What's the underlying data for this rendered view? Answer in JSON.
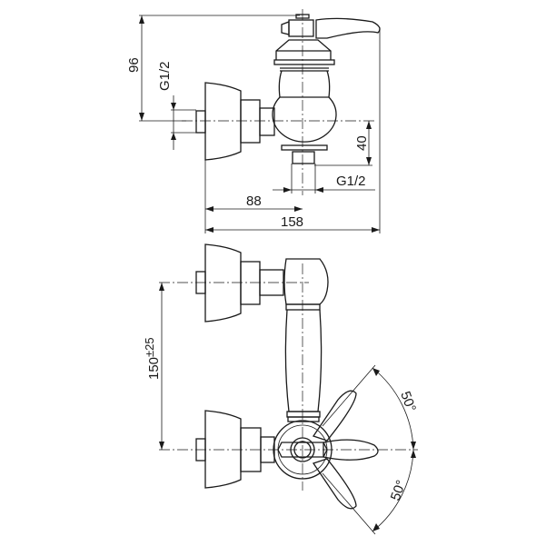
{
  "top_view": {
    "dim_height": "96",
    "dim_inlet_thread": "G1/2",
    "dim_outlet_offset": "40",
    "dim_outlet_thread": "G1/2",
    "dim_axis_depth": "88",
    "dim_total_depth": "158"
  },
  "front_view": {
    "dim_inlet_spacing": "150",
    "dim_inlet_tolerance": "±25",
    "dim_angle_upper": "50°",
    "dim_angle_lower": "50°"
  },
  "colors": {
    "line": "#1a1a1a",
    "background": "#ffffff"
  }
}
